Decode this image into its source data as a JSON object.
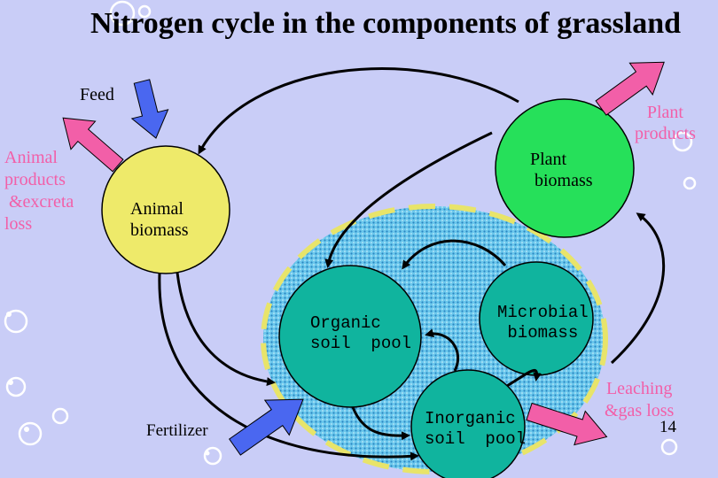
{
  "title": "Nitrogen cycle in the components of grassland",
  "labels": {
    "feed": "Feed",
    "animal_products": [
      "Animal",
      "products",
      " &excreta",
      "loss"
    ],
    "plant_products": [
      "Plant",
      "products"
    ],
    "fertilizer": "Fertilizer",
    "leaching": [
      "Leaching",
      "&gas loss"
    ],
    "page_number": "14"
  },
  "nodes": {
    "animal_biomass": [
      "Animal",
      "biomass"
    ],
    "plant_biomass": [
      "Plant",
      " biomass"
    ],
    "organic_soil_pool": [
      "Organic",
      "soil  pool"
    ],
    "microbial_biomass": [
      "Microbial",
      " biomass"
    ],
    "inorganic_soil_pool": [
      "Inorganic",
      "soil  pool"
    ]
  },
  "colors": {
    "background": "#c9cdf7",
    "animal_node": "#eeea6a",
    "plant_node": "#26e05a",
    "soil_node": "#10b49e",
    "soil_zone": "#5fc3e6",
    "soil_border": "#e8e46a",
    "pink_arrow": "#f25fa8",
    "blue_arrow": "#4a67f0"
  }
}
